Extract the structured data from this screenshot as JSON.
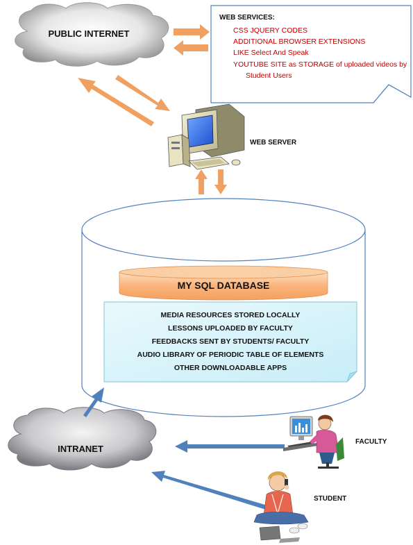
{
  "public_internet": {
    "label": "PUBLIC INTERNET"
  },
  "web_services": {
    "title": "WEB SERVICES:",
    "items": [
      "CSS JQUERY CODES",
      "ADDITIONAL BROWSER EXTENSIONS",
      "LIKE Select And Speak",
      "YOUTUBE  SITE as STORAGE  of uploaded videos by",
      "Student Users"
    ]
  },
  "web_server": {
    "label": "WEB SERVER"
  },
  "database": {
    "title": "MY SQL DATABASE",
    "items": [
      "MEDIA RESOURCES STORED LOCALLY",
      "LESSONS UPLOADED BY FACULTY",
      "FEEDBACKS SENT BY STUDENTS/ FACULTY",
      "AUDIO LIBRARY OF PERIODIC TABLE OF ELEMENTS",
      "OTHER DOWNLOADABLE APPS"
    ]
  },
  "intranet": {
    "label": "INTRANET"
  },
  "faculty": {
    "label": "FACULTY"
  },
  "student": {
    "label": "STUDENT"
  },
  "colors": {
    "orange_arrow": "#f0a060",
    "blue_arrow": "#4f81bd",
    "red_text": "#c00000",
    "db_title_bar": "#f9b070",
    "db_list_bg": "#d9f4fb"
  }
}
